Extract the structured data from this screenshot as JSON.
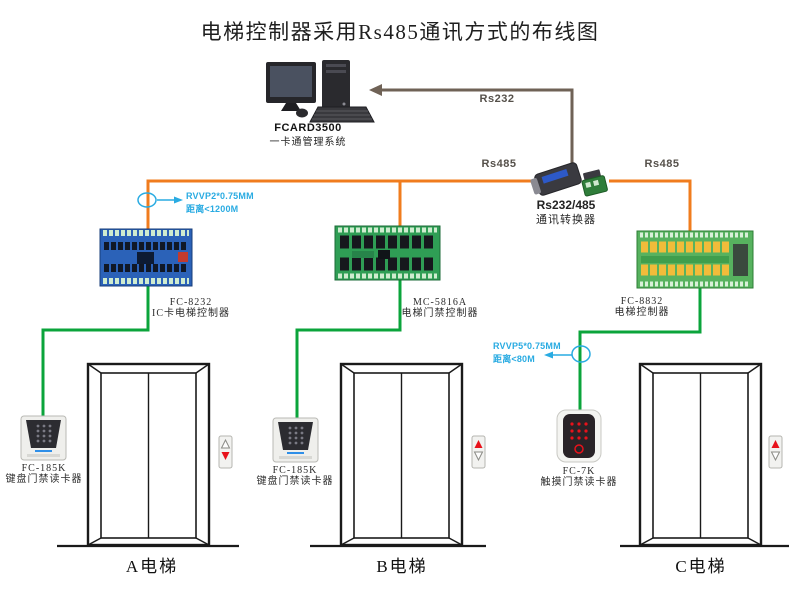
{
  "title": "电梯控制器采用Rs485通讯方式的布线图",
  "colors": {
    "bus_orange": "#F07C1E",
    "wire_green": "#0BA43B",
    "rs232_line": "#6F6256",
    "annotation_blue": "#29ABE2",
    "alert_red": "#E8121B"
  },
  "computer": {
    "icon": "desktop-computer-icon",
    "model": "FCARD3500",
    "system_name": "一卡通管理系统"
  },
  "links": {
    "rs232_label": "Rs232",
    "rs485_left_label": "Rs485",
    "rs485_right_label": "Rs485"
  },
  "converter": {
    "icon": "serial-converter-icon",
    "model": "Rs232/485",
    "name": "通讯转换器"
  },
  "cable_notes": {
    "left": {
      "spec": "RVVP2*0.75MM",
      "distance": "距离<1200M"
    },
    "right": {
      "spec": "RVVP5*0.75MM",
      "distance": "距离<80M"
    }
  },
  "controllers": [
    {
      "icon": "circuit-board-icon",
      "model": "FC-8232",
      "name": "IC卡电梯控制器"
    },
    {
      "icon": "circuit-board-icon",
      "model": "MC-5816A",
      "name": "电梯门禁控制器"
    },
    {
      "icon": "circuit-board-icon",
      "model": "FC-8832",
      "name": "电梯控制器"
    }
  ],
  "readers": [
    {
      "icon": "keypad-reader-icon",
      "model": "FC-185K",
      "name": "键盘门禁读卡器"
    },
    {
      "icon": "keypad-reader-icon",
      "model": "FC-185K",
      "name": "键盘门禁读卡器"
    },
    {
      "icon": "touch-reader-icon",
      "model": "FC-7K",
      "name": "触摸门禁读卡器"
    }
  ],
  "elevators": [
    {
      "label": "A电梯",
      "call_indicator_lit": "down"
    },
    {
      "label": "B电梯",
      "call_indicator_lit": "up"
    },
    {
      "label": "C电梯",
      "call_indicator_lit": "up"
    }
  ]
}
